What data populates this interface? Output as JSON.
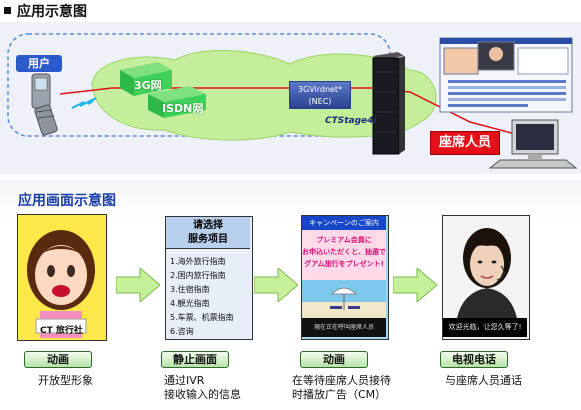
{
  "header": {
    "title": "应用示意图",
    "section2_title": "应用画面示意图"
  },
  "network": {
    "user_label": "用户",
    "cube_3g": "3G网",
    "cube_isdn": "ISDN网",
    "gateway_line1": "3GVirdnet*",
    "gateway_line2": "(NEC)",
    "ctstage_label": "CTStage4i",
    "agent_label": "座席人员"
  },
  "screens": [
    {
      "button": "动画",
      "caption_lines": [
        "开放型形象"
      ],
      "inner_label": "CT 旅行社"
    },
    {
      "button": "静止画面",
      "caption_lines": [
        "通过IVR",
        "接收输入的信息"
      ],
      "menu_title_lines": [
        "请选择",
        "服务项目"
      ],
      "menu_items": [
        "1.海外旅行指南",
        "2.国内旅行指南",
        "3.住宿指南",
        "4.観光指南",
        "5.车票、机票指南",
        "6.咨询"
      ]
    },
    {
      "button": "动画",
      "caption_lines": [
        "在等待座席人员接待",
        "时播放广告（CM）"
      ],
      "ad_header": "キャンペーンのご案内",
      "ad_body_lines": [
        "プレミアム会員に",
        "お申込いただくと、抽選で",
        "グアム旅行をプレゼント!"
      ],
      "ad_footer": "現在正在呼叫座席人员"
    },
    {
      "button": "电视电话",
      "caption_lines": [
        "与座席人员通话"
      ],
      "tv_caption": "欢迎光临，让您久等了!"
    }
  ]
}
